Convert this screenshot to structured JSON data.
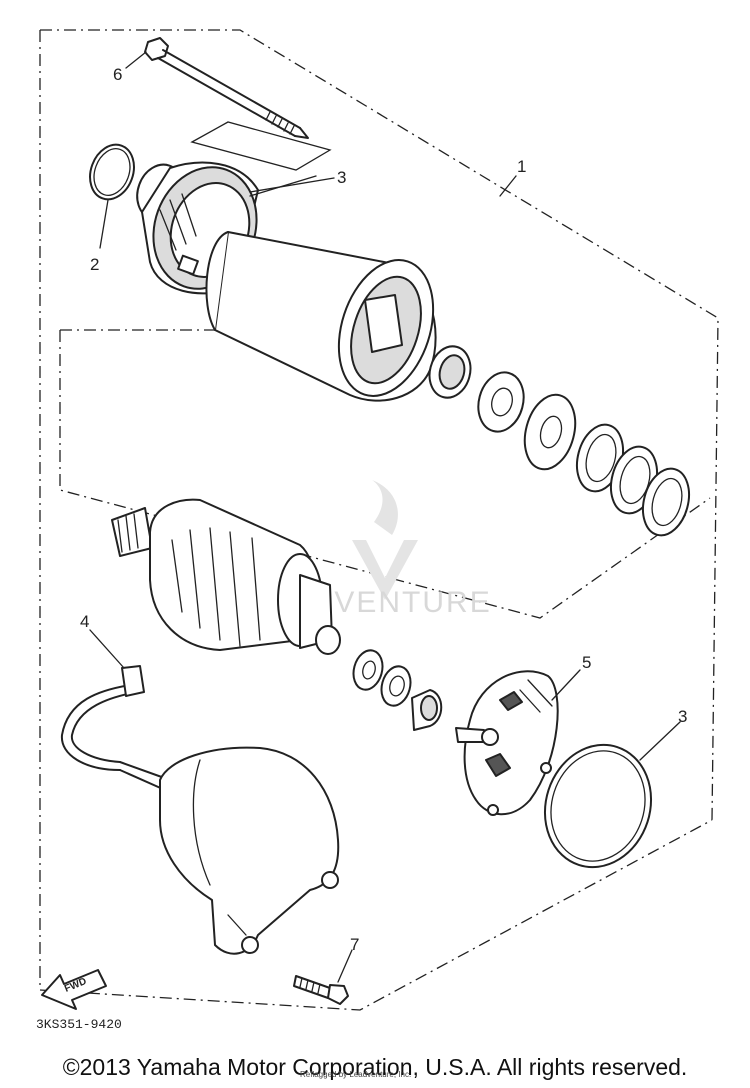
{
  "diagram": {
    "callouts": [
      {
        "id": "1",
        "label": "1"
      },
      {
        "id": "2",
        "label": "2"
      },
      {
        "id": "3a",
        "label": "3"
      },
      {
        "id": "3b",
        "label": "3"
      },
      {
        "id": "4",
        "label": "4"
      },
      {
        "id": "5",
        "label": "5"
      },
      {
        "id": "6",
        "label": "6"
      },
      {
        "id": "7",
        "label": "7"
      }
    ],
    "watermark": "LEADVENTURE",
    "fwd_label": "FWD",
    "drawing_code": "3KS351-9420"
  },
  "footer": {
    "copyright": "©2013 Yamaha Motor Corporation, U.S.A. All rights reserved.",
    "stamp": "Reflagged by Leadventure, Inc."
  }
}
